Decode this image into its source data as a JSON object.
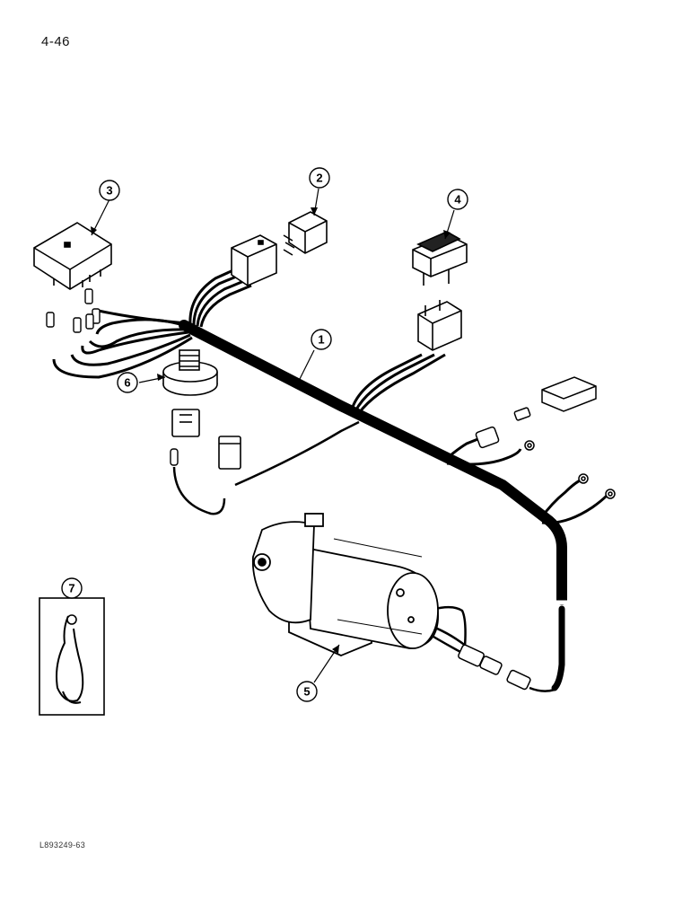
{
  "page": {
    "number": "4-46",
    "drawing_code": "L893249-63"
  },
  "callouts": [
    {
      "id": "callout-1",
      "label": "1"
    },
    {
      "id": "callout-2",
      "label": "2"
    },
    {
      "id": "callout-3",
      "label": "3"
    },
    {
      "id": "callout-4",
      "label": "4"
    },
    {
      "id": "callout-5",
      "label": "5"
    },
    {
      "id": "callout-6",
      "label": "6"
    },
    {
      "id": "callout-7",
      "label": "7"
    }
  ]
}
